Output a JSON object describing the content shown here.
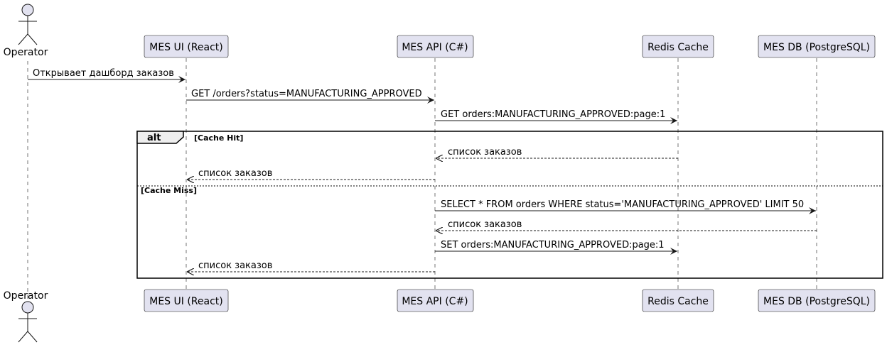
{
  "participants": [
    {
      "id": "operator",
      "label": "Operator",
      "kind": "actor"
    },
    {
      "id": "ui",
      "label": "MES UI (React)",
      "kind": "participant"
    },
    {
      "id": "api",
      "label": "MES API (C#)",
      "kind": "participant"
    },
    {
      "id": "redis",
      "label": "Redis Cache",
      "kind": "participant"
    },
    {
      "id": "db",
      "label": "MES DB (PostgreSQL)",
      "kind": "participant"
    }
  ],
  "messages": [
    {
      "from": "operator",
      "to": "ui",
      "text": "Открывает дашборд заказов",
      "style": "solid"
    },
    {
      "from": "ui",
      "to": "api",
      "text": "GET /orders?status=MANUFACTURING_APPROVED",
      "style": "solid"
    },
    {
      "from": "api",
      "to": "redis",
      "text": "GET orders:MANUFACTURING_APPROVED:page:1",
      "style": "solid"
    },
    {
      "from": "redis",
      "to": "api",
      "text": "список заказов",
      "style": "dashed"
    },
    {
      "from": "api",
      "to": "ui",
      "text": "список заказов",
      "style": "dashed"
    },
    {
      "from": "api",
      "to": "db",
      "text": "SELECT * FROM orders WHERE status='MANUFACTURING_APPROVED' LIMIT 50",
      "style": "solid"
    },
    {
      "from": "db",
      "to": "api",
      "text": "список заказов",
      "style": "dashed"
    },
    {
      "from": "api",
      "to": "redis",
      "text": "SET orders:MANUFACTURING_APPROVED:page:1",
      "style": "solid"
    },
    {
      "from": "api",
      "to": "ui",
      "text": "список заказов",
      "style": "dashed"
    }
  ],
  "fragment": {
    "type": "alt",
    "sections": [
      {
        "guard": "[Cache Hit]"
      },
      {
        "guard": "[Cache Miss]"
      }
    ]
  },
  "colors": {
    "participant_fill": "#E2E2F0",
    "participant_border": "#181818",
    "lifeline": "#181818",
    "arrow": "#181818"
  }
}
